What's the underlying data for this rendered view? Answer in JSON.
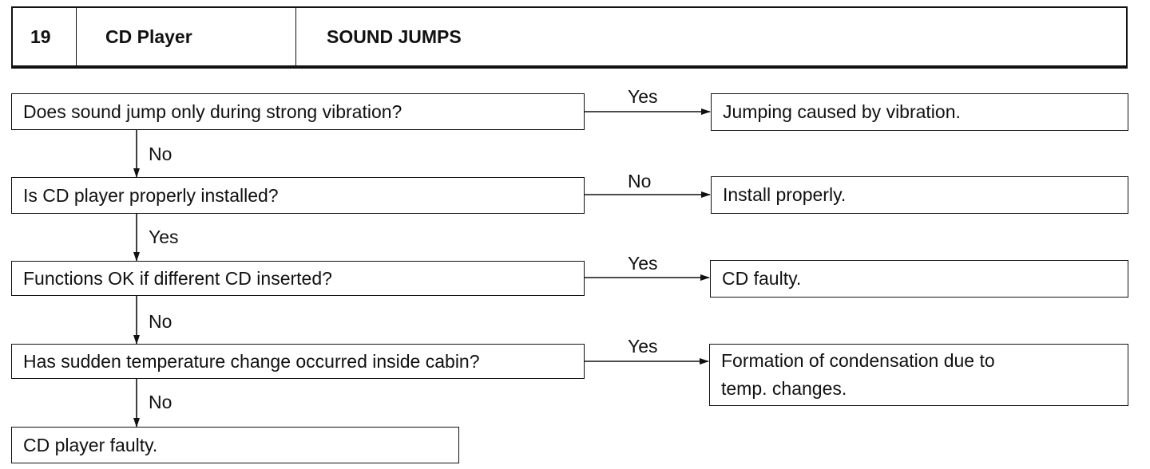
{
  "header": {
    "number": "19",
    "system": "CD Player",
    "symptom": "SOUND JUMPS"
  },
  "steps": [
    {
      "question": "Does sound jump only during strong vibration?",
      "side_label": "Yes",
      "result": "Jumping caused by vibration.",
      "down_label": "No"
    },
    {
      "question": "Is CD player properly installed?",
      "side_label": "No",
      "result": "Install properly.",
      "down_label": "Yes"
    },
    {
      "question": "Functions OK if different CD inserted?",
      "side_label": "Yes",
      "result": "CD faulty.",
      "down_label": "No"
    },
    {
      "question": "Has sudden temperature change occurred inside cabin?",
      "side_label": "Yes",
      "result_line1": "Formation of condensation due to",
      "result_line2": "temp. changes.",
      "down_label": "No"
    }
  ],
  "final": "CD player faulty."
}
